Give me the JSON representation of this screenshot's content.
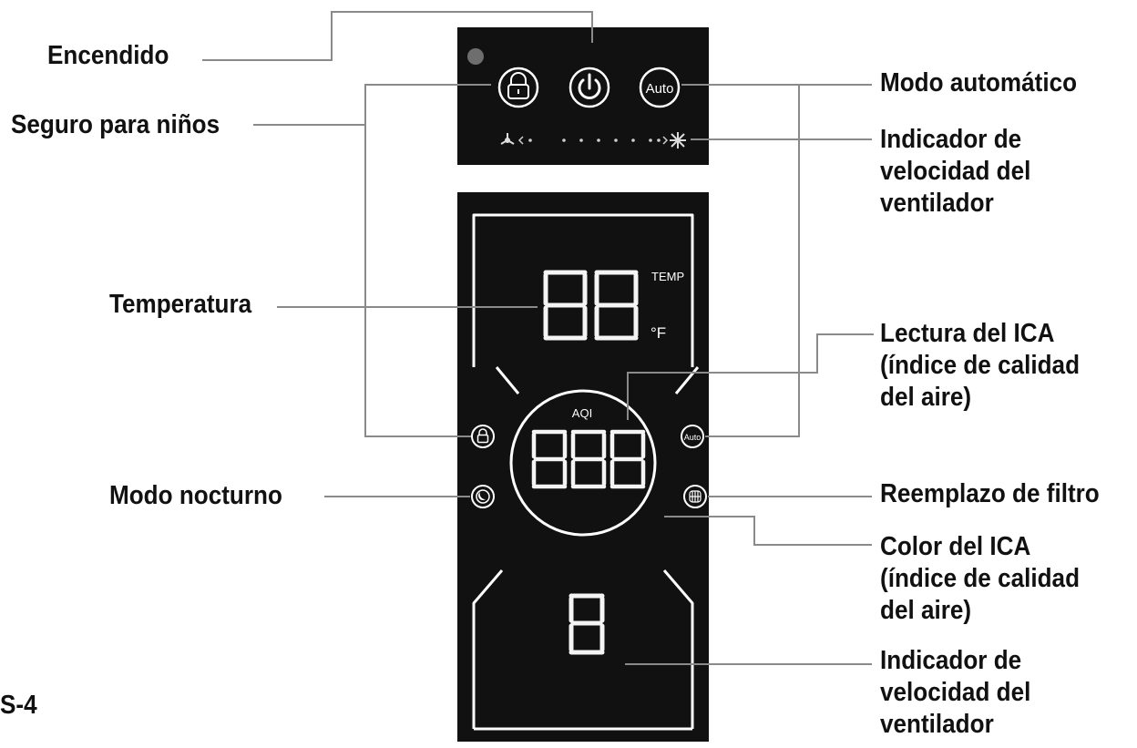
{
  "callouts": {
    "power": "Encendido",
    "child_lock": "Seguro para niños",
    "temperature": "Temperatura",
    "night_mode": "Modo nocturno",
    "auto_mode": "Modo automático",
    "fan_speed_top": "Indicador de\nvelocidad del\nventilador",
    "aqi_reading": "Lectura del ICA\n(índice de calidad\ndel aire)",
    "filter_replacement": "Reemplazo de filtro",
    "aqi_color": "Color del ICA\n(índice de calidad\ndel aire)",
    "fan_speed_bottom": "Indicador de\nvelocidad del\nventilador"
  },
  "panel": {
    "temp_label": "TEMP",
    "temp_unit": "°F",
    "aqi_label": "AQI",
    "auto_button_text": "Auto",
    "auto_small_text": "Auto",
    "temp_digits": "88",
    "aqi_digits": "888",
    "speed_digit": "8"
  },
  "icons": [
    "power-icon",
    "lock-icon",
    "night-mode-icon",
    "filter-icon",
    "fan-low-icon",
    "fan-high-icon"
  ],
  "figure_id": "S-4",
  "colors": {
    "panel": "#111111",
    "segment": "#f4f4f4",
    "leader": "#888888",
    "text": "#111111"
  }
}
